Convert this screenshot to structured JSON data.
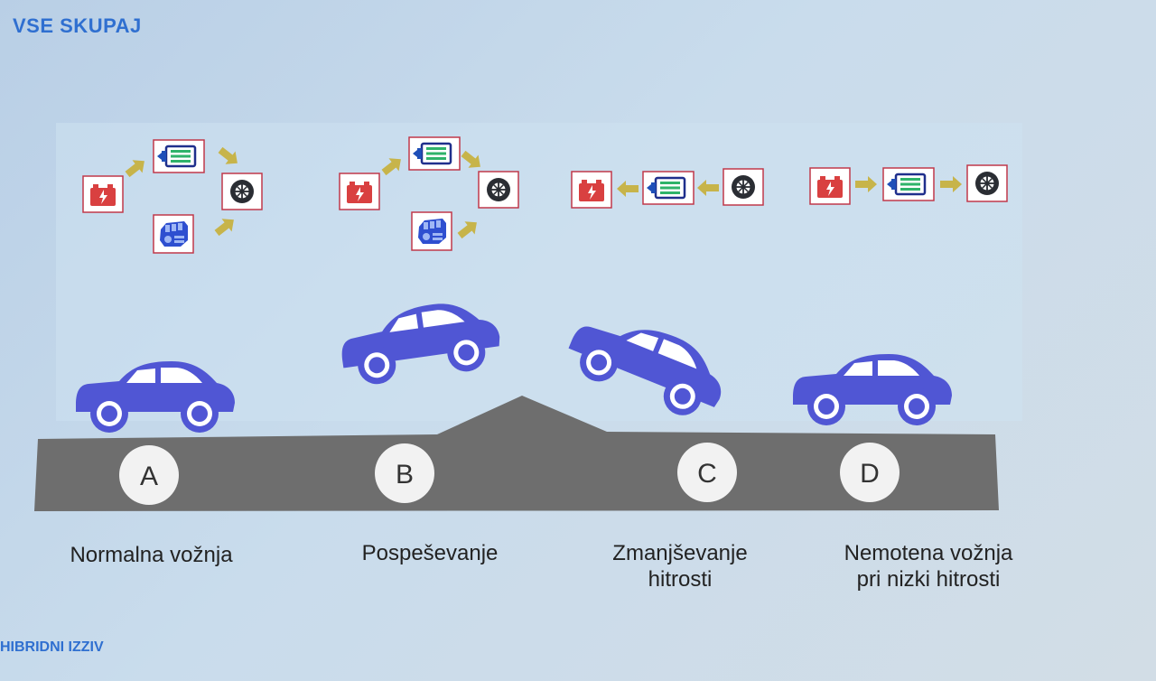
{
  "slide": {
    "title": "VSE SKUPAJ",
    "footer": "HIBRIDNI IZZIV"
  },
  "colors": {
    "car": "#5056d4",
    "road": "#6e6e6e",
    "arrow": "#c7b44a",
    "battery": "#d94040",
    "icon_border": "#c0384a",
    "brand": "#2f6fd0"
  },
  "scenarios": [
    {
      "letter": "A",
      "label_lines": [
        "Normalna vožnja"
      ],
      "icons": [
        "battery-icon",
        "electric-motor-icon",
        "wheel-icon",
        "engine-icon"
      ]
    },
    {
      "letter": "B",
      "label_lines": [
        "Pospeševanje"
      ],
      "icons": [
        "battery-icon",
        "electric-motor-icon",
        "wheel-icon",
        "engine-icon"
      ]
    },
    {
      "letter": "C",
      "label_lines": [
        "Zmanjševanje",
        "hitrosti"
      ],
      "icons": [
        "battery-icon",
        "electric-motor-icon",
        "wheel-icon"
      ]
    },
    {
      "letter": "D",
      "label_lines": [
        "Nemotena vožnja",
        "pri nizki hitrosti"
      ],
      "icons": [
        "battery-icon",
        "electric-motor-icon",
        "wheel-icon"
      ]
    }
  ]
}
